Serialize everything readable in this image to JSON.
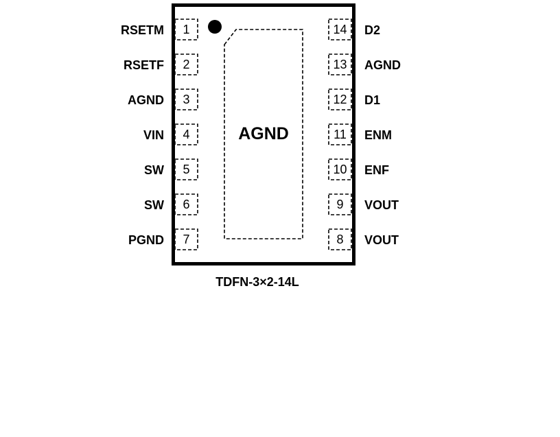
{
  "diagram": {
    "type": "ic-pinout",
    "package_name": "TDFN-3×2-14L",
    "exposed_pad_label": "AGND",
    "pin1_marker": "dot",
    "left_pins": [
      {
        "number": "1",
        "name": "RSETM"
      },
      {
        "number": "2",
        "name": "RSETF"
      },
      {
        "number": "3",
        "name": "AGND"
      },
      {
        "number": "4",
        "name": "VIN"
      },
      {
        "number": "5",
        "name": "SW"
      },
      {
        "number": "6",
        "name": "SW"
      },
      {
        "number": "7",
        "name": "PGND"
      }
    ],
    "right_pins": [
      {
        "number": "14",
        "name": "D2"
      },
      {
        "number": "13",
        "name": "AGND"
      },
      {
        "number": "12",
        "name": "D1"
      },
      {
        "number": "11",
        "name": "ENM"
      },
      {
        "number": "10",
        "name": "ENF"
      },
      {
        "number": "9",
        "name": "VOUT"
      },
      {
        "number": "8",
        "name": "VOUT"
      }
    ],
    "colors": {
      "outline": "#000000",
      "background": "#ffffff"
    }
  }
}
